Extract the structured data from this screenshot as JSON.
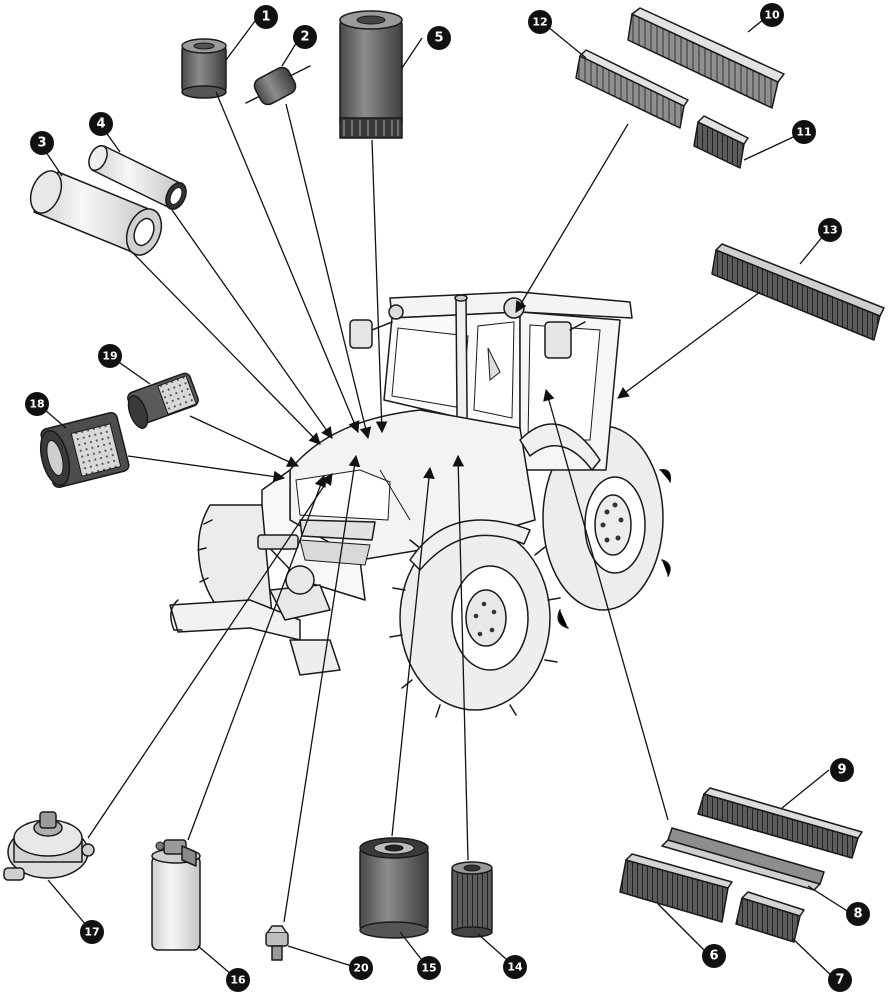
{
  "diagram": {
    "callouts": [
      {
        "id": "1",
        "label": "1"
      },
      {
        "id": "2",
        "label": "2"
      },
      {
        "id": "3",
        "label": "3"
      },
      {
        "id": "4",
        "label": "4"
      },
      {
        "id": "5",
        "label": "5"
      },
      {
        "id": "6",
        "label": "6"
      },
      {
        "id": "7",
        "label": "7"
      },
      {
        "id": "8",
        "label": "8"
      },
      {
        "id": "9",
        "label": "9"
      },
      {
        "id": "10",
        "label": "10"
      },
      {
        "id": "11",
        "label": "11"
      },
      {
        "id": "12",
        "label": "12"
      },
      {
        "id": "13",
        "label": "13"
      },
      {
        "id": "14",
        "label": "14"
      },
      {
        "id": "15",
        "label": "15"
      },
      {
        "id": "16",
        "label": "16"
      },
      {
        "id": "17",
        "label": "17"
      },
      {
        "id": "18",
        "label": "18"
      },
      {
        "id": "19",
        "label": "19"
      },
      {
        "id": "20",
        "label": "20"
      }
    ],
    "colors": {
      "ink": "#1a1a1a",
      "tractor_fill": "#f2f2f2",
      "part_light": "#e6e6e6",
      "part_mid": "#bdbdbd",
      "part_dark": "#6b6b6b",
      "callout_bg": "#111111"
    }
  }
}
